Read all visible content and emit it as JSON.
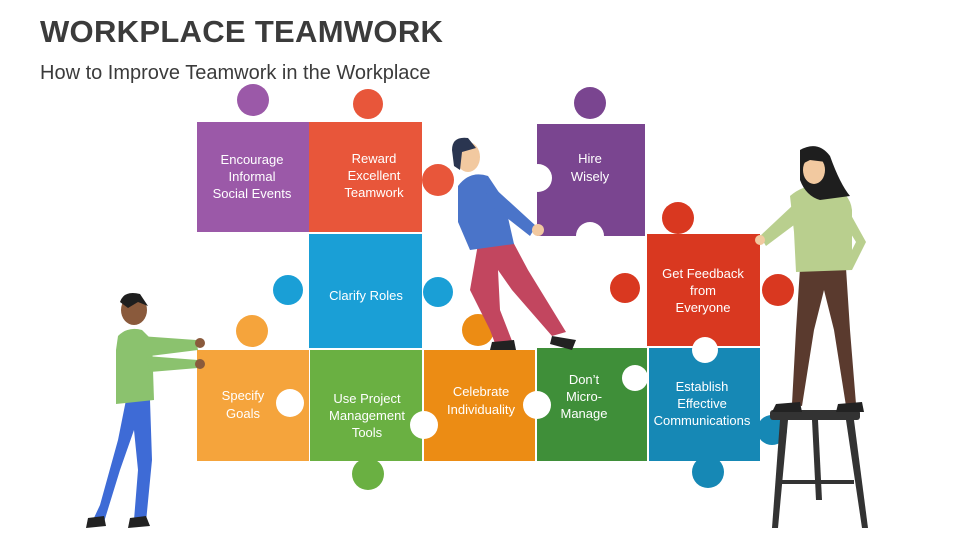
{
  "header": {
    "title": "WORKPLACE TEAMWORK",
    "subtitle": "How to Improve Teamwork in the Workplace"
  },
  "pieces": [
    {
      "id": "encourage",
      "lines": [
        "Encourage",
        "Informal",
        "Social Events"
      ],
      "color": "#9b59a8"
    },
    {
      "id": "reward",
      "lines": [
        "Reward",
        "Excellent",
        "Teamwork"
      ],
      "color": "#e8563a"
    },
    {
      "id": "hire",
      "lines": [
        "Hire",
        "Wisely"
      ],
      "color": "#7a4590"
    },
    {
      "id": "clarify",
      "lines": [
        "Clarify Roles"
      ],
      "color": "#1a9fd6"
    },
    {
      "id": "feedback",
      "lines": [
        "Get Feedback",
        "from",
        "Everyone"
      ],
      "color": "#d93820"
    },
    {
      "id": "goals",
      "lines": [
        "Specify",
        "Goals"
      ],
      "color": "#f5a43c"
    },
    {
      "id": "tools",
      "lines": [
        "Use Project",
        "Management",
        "Tools"
      ],
      "color": "#6ab042"
    },
    {
      "id": "celebrate",
      "lines": [
        "Celebrate",
        "Individuality"
      ],
      "color": "#ec8c14"
    },
    {
      "id": "micromanage",
      "lines": [
        "Don’t",
        "Micro-",
        "Manage"
      ],
      "color": "#3f8f39"
    },
    {
      "id": "communications",
      "lines": [
        "Establish",
        "Effective",
        "Communications"
      ],
      "color": "#1688b5"
    }
  ],
  "icons": {
    "person_left": "person-pushing-icon",
    "person_middle": "person-climbing-icon",
    "person_right": "woman-on-stool-icon",
    "stool": "stool-icon"
  }
}
